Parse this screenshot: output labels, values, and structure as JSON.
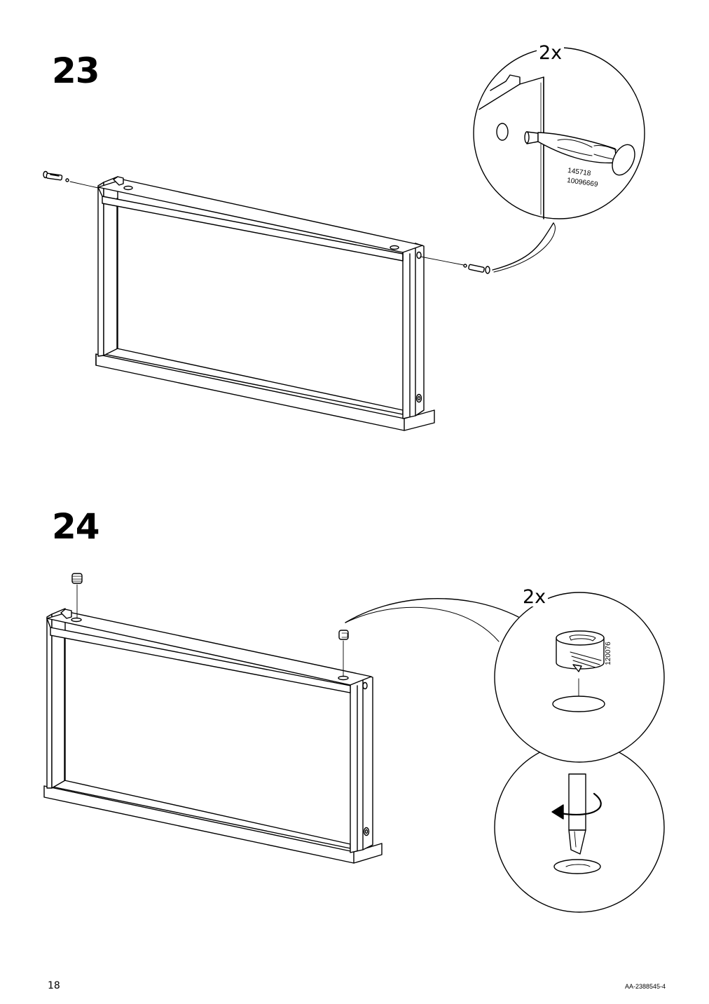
{
  "steps": [
    {
      "number": "23",
      "callout": {
        "quantity": "2x",
        "part_numbers": [
          "145718",
          "10096669"
        ]
      }
    },
    {
      "number": "24",
      "callout": {
        "quantity": "2x",
        "part_numbers": [
          "120076"
        ]
      }
    }
  ],
  "footer": {
    "page_number": "18",
    "document_code": "AA-2388545-4"
  }
}
